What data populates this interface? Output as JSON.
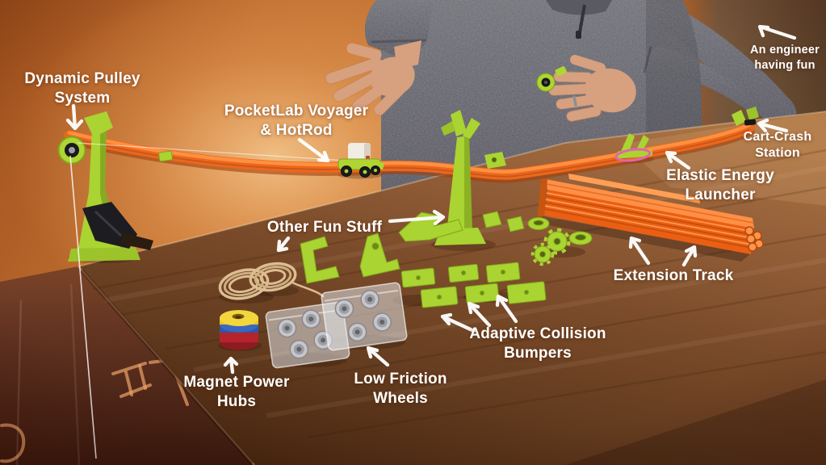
{
  "scene": {
    "title": "PocketLab Voyager & HotRod kit overview",
    "description": "Annotated photo: an engineer in a gray sweater gestures over a wooden table holding an orange toy track, lime-green 3D-printed parts, twine, magnets and wheel bags, against an orange backdrop."
  },
  "labels": {
    "dynamic_pulley": "Dynamic Pulley System",
    "voyager": "PocketLab Voyager & HotRod",
    "engineer": "An engineer having fun",
    "cart_crash": "Cart-Crash Station",
    "elastic": "Elastic Energy Launcher",
    "other_fun": "Other Fun Stuff",
    "extension": "Extension Track",
    "bumpers": "Adaptive Collision Bumpers",
    "magnets": "Magnet Power Hubs",
    "wheels": "Low Friction Wheels"
  },
  "colors": {
    "annotation_text": "#ffffff",
    "part_green": "#a9d431",
    "track_orange": "#ec671c",
    "table_brown": "#7d4d2b",
    "wall_orange": "#c06f30",
    "magnet_yellow": "#efd02a",
    "magnet_blue": "#2e57a8",
    "magnet_red": "#b5242c",
    "elastic_pink": "#e664a8"
  }
}
